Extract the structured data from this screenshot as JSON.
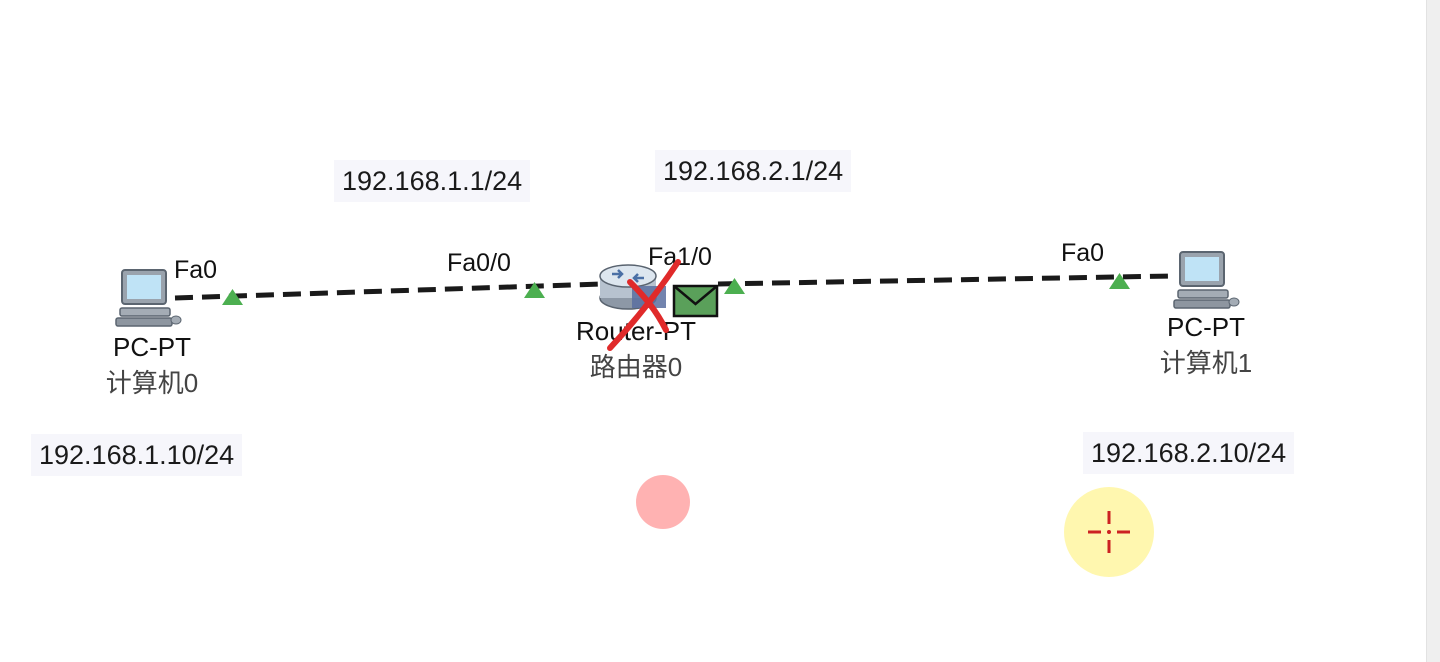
{
  "canvas": {
    "background_color": "#ffffff",
    "link_color": "#1a1a1a",
    "port_indicator_color": "#4caf50",
    "note_background_color": "#f6f6fb"
  },
  "notes": {
    "pc0_ip": "192.168.1.10/24",
    "router_fa00_ip": "192.168.1.1/24",
    "router_fa10_ip": "192.168.2.1/24",
    "pc1_ip": "192.168.2.10/24"
  },
  "devices": {
    "pc0": {
      "type": "PC-PT",
      "name": "计算机0",
      "port": "Fa0",
      "icon": "pc-icon"
    },
    "router0": {
      "type": "Router-PT",
      "name": "路由器0",
      "port_left": "Fa0/0",
      "port_right": "Fa1/0",
      "icon": "router-icon"
    },
    "pc1": {
      "type": "PC-PT",
      "name": "计算机1",
      "port": "Fa0",
      "icon": "pc-icon"
    }
  },
  "pdu": {
    "icon": "envelope-icon",
    "color": "#5aa05a",
    "status_icon": "red-x-icon"
  },
  "cursor": {
    "click_marker_color": "#ff9f9f",
    "highlight_color": "#fff6a6",
    "crosshair_color": "#cc2222"
  }
}
